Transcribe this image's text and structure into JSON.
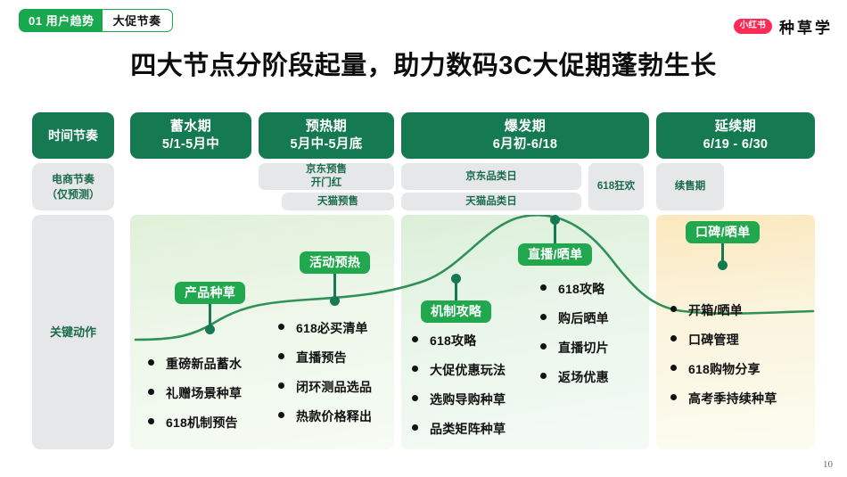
{
  "header": {
    "tag_index": "01 用户趋势",
    "tag_topic": "大促节奏",
    "brand_mark": "小红书",
    "brand_name": "种草学",
    "title": "四大节点分阶段起量，助力数码3C大促期蓬勃生长",
    "page_number": "10"
  },
  "row_labels": {
    "time_rhythm": "时间节奏",
    "ecommerce_rhythm": "电商节奏\n（仅预测）",
    "ecommerce_rhythm_line1": "电商节奏",
    "ecommerce_rhythm_line2": "（仅预测）",
    "key_actions": "关键动作"
  },
  "phases": [
    {
      "name": "蓄水期",
      "date": "5/1-5月中"
    },
    {
      "name": "预热期",
      "date": "5月中-5月底"
    },
    {
      "name": "爆发期",
      "date": "6月初-6/18"
    },
    {
      "name": "延续期",
      "date": "6/19 - 6/30"
    }
  ],
  "ecommerce_chips": [
    {
      "id": "jd-presale",
      "line1": "京东预售",
      "line2": "开门红"
    },
    {
      "id": "tmall-presale",
      "line1": "天猫预售",
      "line2": ""
    },
    {
      "id": "jd-category",
      "line1": "京东品类日",
      "line2": ""
    },
    {
      "id": "tmall-category",
      "line1": "天猫品类日",
      "line2": ""
    },
    {
      "id": "618-carnival",
      "line1": "618狂欢",
      "line2": ""
    },
    {
      "id": "after-sale",
      "line1": "续售期",
      "line2": ""
    }
  ],
  "nodes": [
    {
      "id": "product-seeding",
      "label": "产品种草",
      "bullets": [
        "重磅新品蓄水",
        "礼赠场景种草",
        "618机制预告"
      ]
    },
    {
      "id": "campaign-warmup",
      "label": "活动预热",
      "bullets": [
        "618必买清单",
        "直播预告",
        "闭环测品选品",
        "热款价格释出"
      ]
    },
    {
      "id": "mechanism-guide",
      "label": "机制攻略",
      "bullets": [
        "618攻略",
        "大促优惠玩法",
        "选购导购种草",
        "品类矩阵种草"
      ]
    },
    {
      "id": "live-showcase",
      "label": "直播/晒单",
      "bullets": [
        "618攻略",
        "购后晒单",
        "直播切片",
        "返场优惠"
      ]
    },
    {
      "id": "reputation-showcase",
      "label": "口碑/晒单",
      "bullets": [
        "开箱/晒单",
        "口碑管理",
        "618购物分享",
        "高考季持续种草"
      ]
    }
  ],
  "colors": {
    "brand_red": "#fe2c55",
    "tag_green": "#1aa84f",
    "header_green": "#157a52",
    "node_green": "#21a84e",
    "chip_gray": "#e6e7e8",
    "chip_text": "#1a6b4c"
  }
}
